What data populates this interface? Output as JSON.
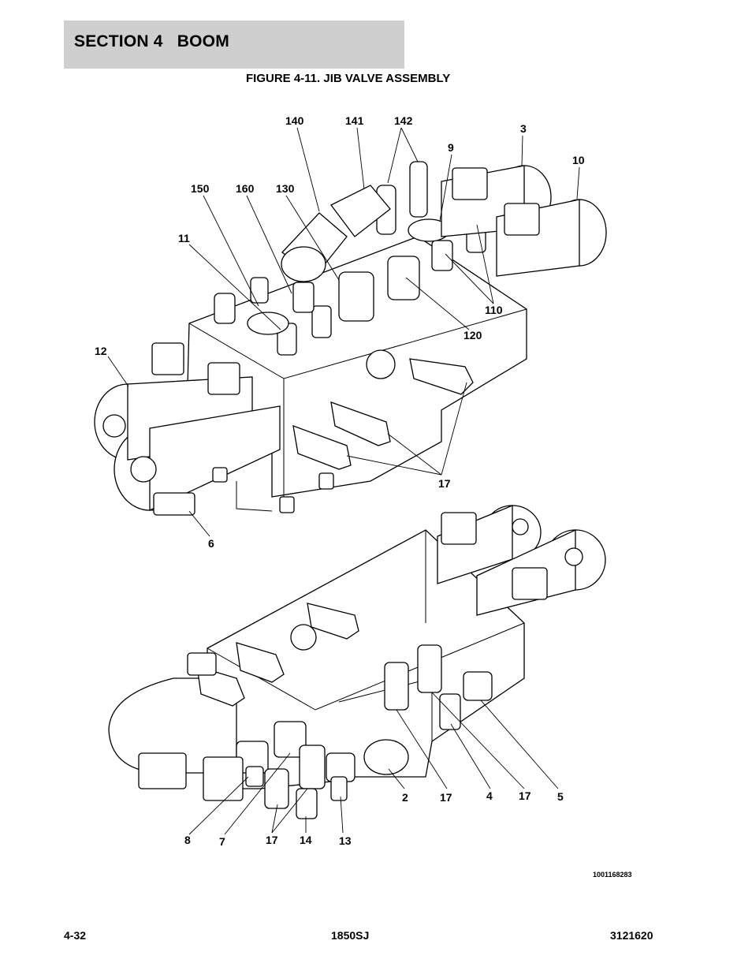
{
  "header": {
    "section_title": "SECTION 4   BOOM"
  },
  "figure": {
    "title": "FIGURE 4-11. JIB VALVE ASSEMBLY",
    "drawing_number": "1001168283"
  },
  "callouts_upper": [
    "140",
    "141",
    "142",
    "3",
    "9",
    "10",
    "150",
    "160",
    "130",
    "11",
    "110",
    "120",
    "12",
    "17",
    "6"
  ],
  "callouts_lower": [
    "2",
    "17",
    "4",
    "17",
    "5",
    "8",
    "7",
    "17",
    "14",
    "13"
  ],
  "footer": {
    "page_number": "4-32",
    "model": "1850SJ",
    "manual_number": "3121620"
  }
}
